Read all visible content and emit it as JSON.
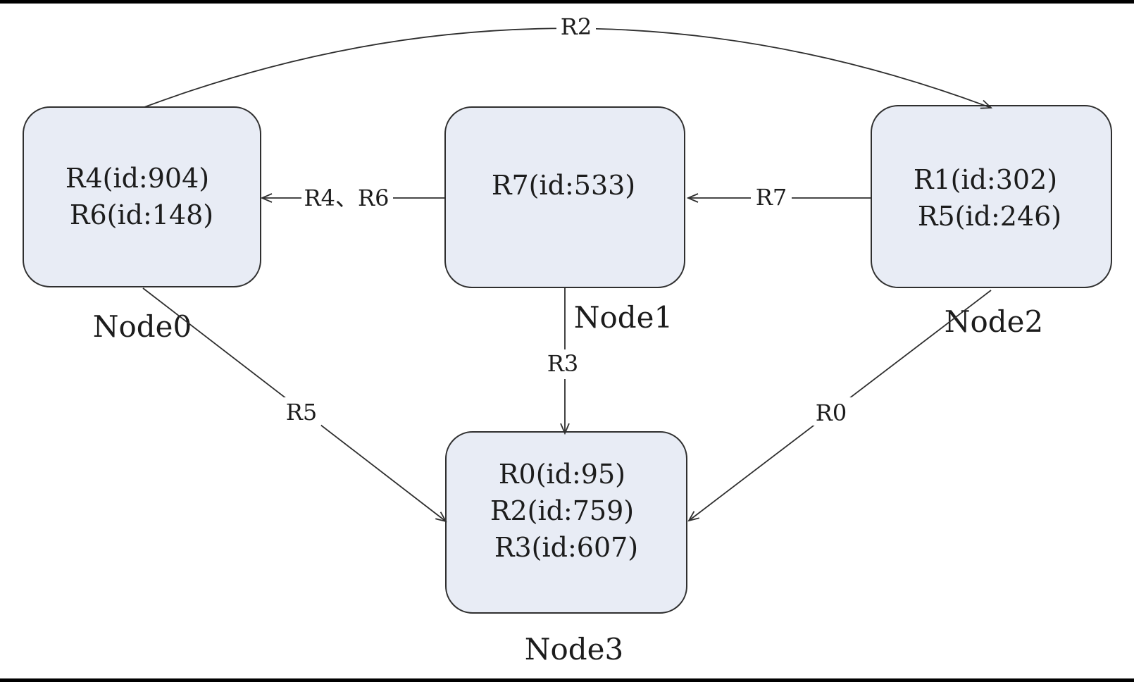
{
  "diagram": {
    "type": "node-graph",
    "colors": {
      "node_fill": "#e8ecf5",
      "node_border": "#2f2f2f",
      "edge_line": "#2e2e2e",
      "text": "#1c1c1c",
      "background": "#ffffff",
      "frame_bar": "#000000"
    },
    "nodes": {
      "node0": {
        "label": "Node0",
        "routes": [
          "R4(id:904)",
          "R6(id:148)"
        ]
      },
      "node1": {
        "label": "Node1",
        "routes": [
          "R7(id:533)"
        ]
      },
      "node2": {
        "label": "Node2",
        "routes": [
          "R1(id:302)",
          "R5(id:246)"
        ]
      },
      "node3": {
        "label": "Node3",
        "routes": [
          "R0(id:95)",
          "R2(id:759)",
          "R3(id:607)"
        ]
      }
    },
    "edges": [
      {
        "label": "R2",
        "from": "Node0",
        "to": "Node2"
      },
      {
        "label": "R4、R6",
        "from": "Node1",
        "to": "Node0"
      },
      {
        "label": "R7",
        "from": "Node2",
        "to": "Node1"
      },
      {
        "label": "R3",
        "from": "Node1",
        "to": "Node3"
      },
      {
        "label": "R5",
        "from": "Node0",
        "to": "Node3"
      },
      {
        "label": "R0",
        "from": "Node2",
        "to": "Node3"
      }
    ]
  }
}
